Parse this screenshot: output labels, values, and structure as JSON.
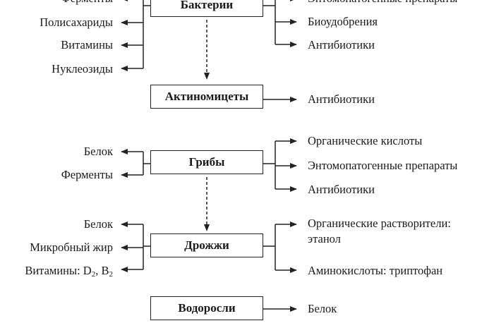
{
  "boxes": {
    "bacteria": "Бактерии",
    "actinomycetes": "Актиномицеты",
    "fungi": "Грибы",
    "yeast": "Дрожжи",
    "algae": "Водоросли"
  },
  "bacteria": {
    "left": [
      "Ферменты",
      "Полисахариды",
      "Витамины",
      "Нуклеозиды"
    ],
    "right": [
      "Энтомопатогенные препараты",
      "Биоудобрения",
      "Антибиотики"
    ]
  },
  "actinomycetes": {
    "right": [
      "Антибиотики"
    ]
  },
  "fungi": {
    "left": [
      "Белок",
      "Ферменты"
    ],
    "right": [
      "Органические кислоты",
      "Энтомопатогенные препараты",
      "Антибиотики"
    ]
  },
  "yeast": {
    "left": [
      "Белок",
      "Микробный жир",
      "Витамины: D",
      "2",
      ", B",
      "2"
    ],
    "right": [
      "Органические растворители:",
      "этанол",
      "Аминокислоты: триптофан"
    ]
  },
  "algae": {
    "right": [
      "Белок"
    ]
  },
  "colors": {
    "line": "#222222",
    "text": "#1a1a1a"
  }
}
